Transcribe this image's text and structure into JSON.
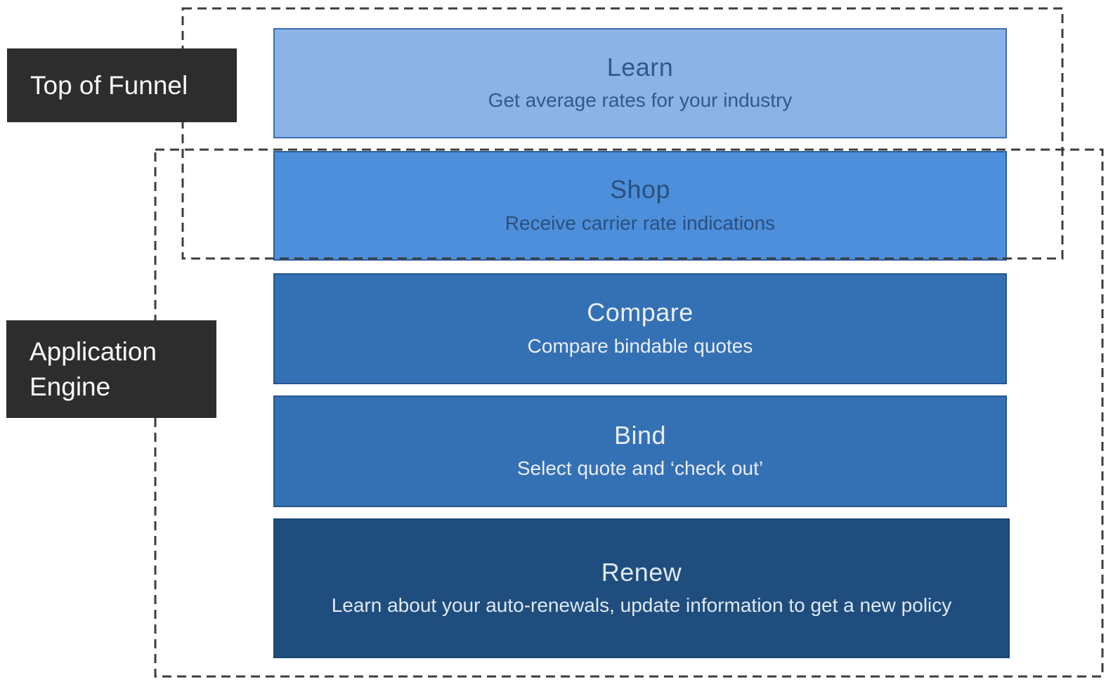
{
  "diagram": {
    "background": "#ffffff",
    "dash_color": "#3d3d3d",
    "label_bg": "#2d2d2d",
    "label_text_color": "#fafafa",
    "groups": {
      "top_of_funnel": {
        "label": "Top of Funnel"
      },
      "application_engine": {
        "label": "Application Engine"
      }
    },
    "stages": [
      {
        "title": "Learn",
        "subtitle": "Get average rates for your industry",
        "fill": "#8DB3E6",
        "border": "#3A6CB5",
        "text_color": "#2D5A8E"
      },
      {
        "title": "Shop",
        "subtitle": "Receive carrier rate indications",
        "fill": "#4D8FDB",
        "border": "#2B5C9E",
        "text_color": "#2B4F7E"
      },
      {
        "title": "Compare",
        "subtitle": "Compare bindable quotes",
        "fill": "#3470B4",
        "border": "#27568F",
        "text_color": "#E9EEF7"
      },
      {
        "title": "Bind",
        "subtitle": "Select quote and ‘check out’",
        "fill": "#3470B4",
        "border": "#27568F",
        "text_color": "#E9EEF7"
      },
      {
        "title": "Renew",
        "subtitle": "Learn about your auto-renewals, update information to get a new policy",
        "fill": "#1F4E7E",
        "border": "#1C4672",
        "text_color": "#DFE8F3"
      }
    ]
  }
}
